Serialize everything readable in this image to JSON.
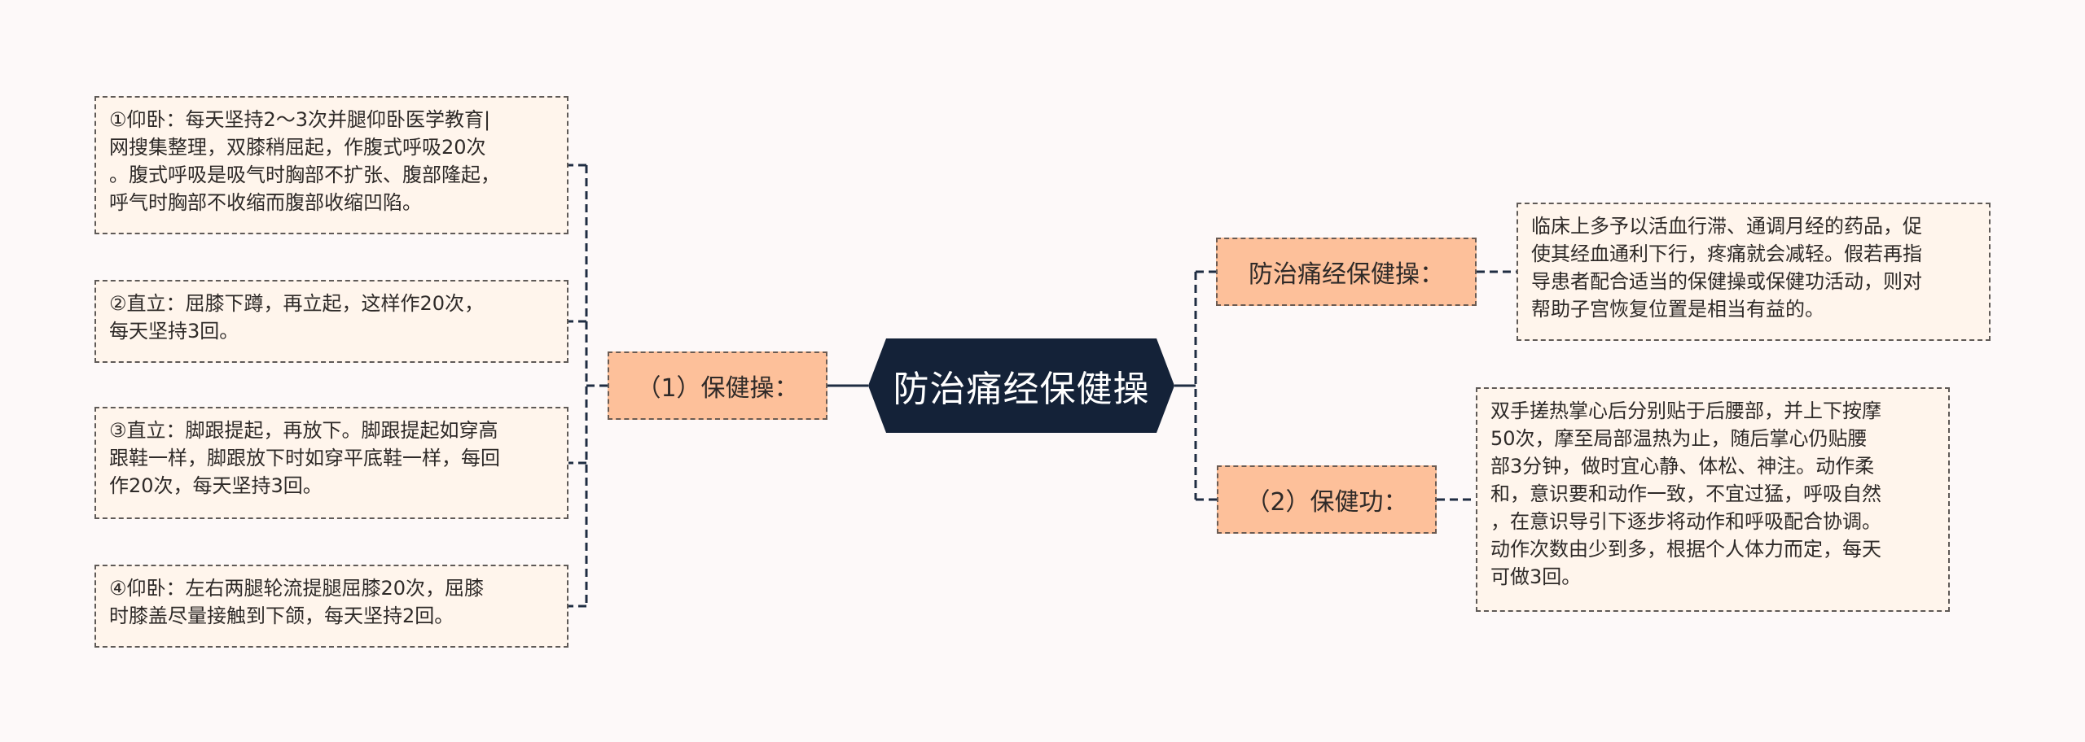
{
  "central": {
    "title": "防治痛经保健操"
  },
  "branches": {
    "left": {
      "label": "（1）保健操：",
      "leaves": [
        "①仰卧：每天坚持2～3次并腿仰卧医学教育|\n网搜集整理，双膝稍屈起，作腹式呼吸20次\n。腹式呼吸是吸气时胸部不扩张、腹部隆起，\n呼气时胸部不收缩而腹部收缩凹陷。",
        "②直立：屈膝下蹲，再立起，这样作20次，\n每天坚持3回。",
        "③直立：脚跟提起，再放下。脚跟提起如穿高\n跟鞋一样，脚跟放下时如穿平底鞋一样，每回\n作20次，每天坚持3回。",
        "④仰卧：左右两腿轮流提腿屈膝20次，屈膝\n时膝盖尽量接触到下颌，每天坚持2回。"
      ]
    },
    "right_top": {
      "label": "防治痛经保健操：",
      "leaf": "临床上多予以活血行滞、通调月经的药品，促\n使其经血通利下行，疼痛就会减轻。假若再指\n导患者配合适当的保健操或保健功活动，则对\n帮助子宫恢复位置是相当有益的。"
    },
    "right_bottom": {
      "label": "（2）保健功：",
      "leaf": "双手搓热掌心后分别贴于后腰部，并上下按摩\n50次，摩至局部温热为止，随后掌心仍贴腰\n部3分钟，做时宜心静、体松、神注。动作柔\n和，意识要和动作一致，不宜过猛，呼吸自然\n，在意识导引下逐步将动作和呼吸配合协调。\n动作次数由少到多，根据个人体力而定，每天\n可做3回。"
    }
  },
  "colors": {
    "background": "#fdf9f9",
    "central_fill": "#142238",
    "branch_fill": "#fdc09a",
    "leaf_fill": "#fff5ec",
    "connector": "#1f2d42"
  }
}
